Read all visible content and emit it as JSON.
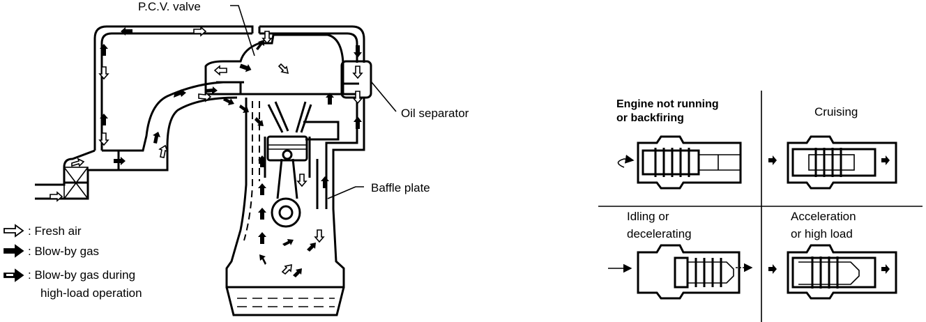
{
  "engine": {
    "pcv_valve_label": "P.C.V. valve",
    "oil_separator_label": "Oil separator",
    "baffle_plate_label": "Baffle plate"
  },
  "legend": {
    "fresh_air": ": Fresh air",
    "blow_by": ": Blow-by gas",
    "blow_by_high_line1": ": Blow-by gas during",
    "blow_by_high_line2": "high-load operation"
  },
  "valve_states": {
    "top_left_line1": "Engine not running",
    "top_left_line2": "or backfiring",
    "top_right": "Cruising",
    "bottom_left_line1": "Idling or",
    "bottom_left_line2": "decelerating",
    "bottom_right_line1": "Acceleration",
    "bottom_right_line2": "or high load"
  }
}
